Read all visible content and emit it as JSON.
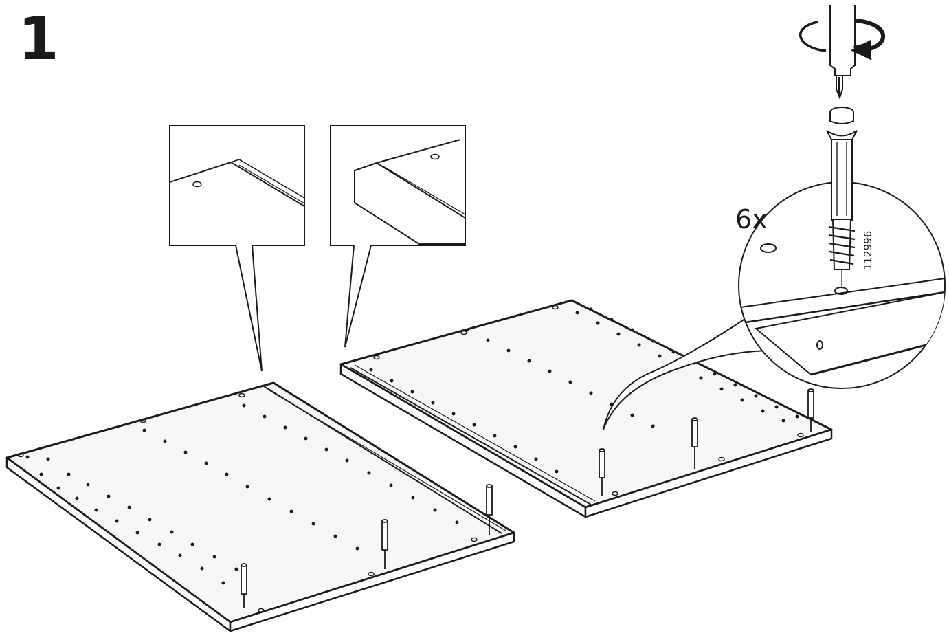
{
  "step": {
    "number": "1"
  },
  "detail": {
    "quantity": "6x",
    "part_number": "112996"
  },
  "colors": {
    "ink": "#1a1a1a",
    "panel_fill": "#f7f7f7",
    "paper": "#ffffff"
  },
  "icons": [
    "rotate-clockwise-arrow-icon",
    "screwdriver-icon",
    "dowel-pin-icon"
  ],
  "panels": [
    {
      "label": "left-panel",
      "pins": 3
    },
    {
      "label": "right-panel",
      "pins": 3
    }
  ]
}
